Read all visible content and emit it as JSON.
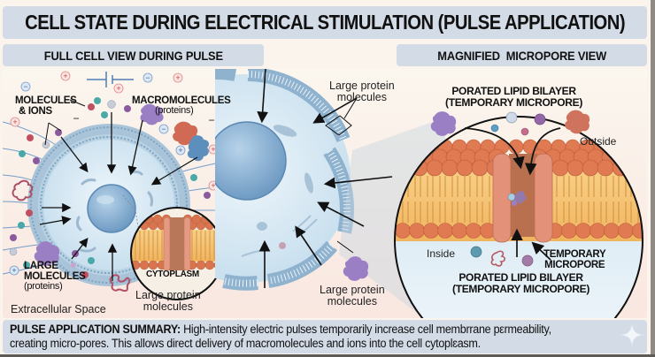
{
  "title": "CELL STATE DURING ELECTRICAL STIMULATION (PULSE APPLICATION)",
  "panels": {
    "left_header": "FULL CELL VIEW DURING PULSE",
    "right_header": "MAGNIFIED  MICROPORE VIEW"
  },
  "left_panel": {
    "labels": {
      "molecules_ions": [
        "MOLECULES",
        "& IONS"
      ],
      "macromolecules": "MACROMOLECULES",
      "macromolecules_sub": "(proteins)",
      "large_molecules": [
        "LARGE",
        "MOLECULES"
      ],
      "large_molecules_sub": "(proteins)",
      "extracellular": "Extracellular Space",
      "cytoplasm": "CYTOPLASM",
      "large_protein_bottom": [
        "Large protein",
        "molecules"
      ]
    },
    "ion_signs": [
      "+",
      "−",
      "+",
      "−",
      "+",
      "+",
      "+",
      "+",
      "−",
      "−"
    ]
  },
  "middle_panel": {
    "labels": {
      "large_protein_top": [
        "Large protein",
        "molecules"
      ],
      "large_protein_bottom": [
        "Large protein",
        "molecules"
      ]
    }
  },
  "right_panel": {
    "labels": {
      "top_title": [
        "PORATED LIPID BILAYER",
        "(TEMPORARY MICROPORE)"
      ],
      "outside": "Outside",
      "inside": "Inside",
      "temporary_micropore": [
        "TEMPORARY",
        "MICROPORE"
      ],
      "bottom_title": [
        "PORATED LIPID BILAYER",
        "(TEMPORARY MICROPORE)"
      ]
    }
  },
  "summary": {
    "heading": "PULSE APPLICATION SUMMARY:",
    "text_line1": " High-intensity electric pulses temporarily increase cell membrrane pεrmeability,",
    "text_line2": "creating micro-pores. This allows direct delivery of macromolecules and ions into the cell cytoplɛasm."
  },
  "colors": {
    "header_bg": "#d3dbe6",
    "membrane_blue": "#8fb3cf",
    "cell_fill": "#d8e9f3",
    "nucleus": "#8fb6d6",
    "lipid_head": "#e07a52",
    "lipid_tail": "#f6c16e",
    "protein_purple": "#9b7fc4",
    "protein_red": "#d06a55",
    "protein_blue": "#5d8fbd"
  }
}
